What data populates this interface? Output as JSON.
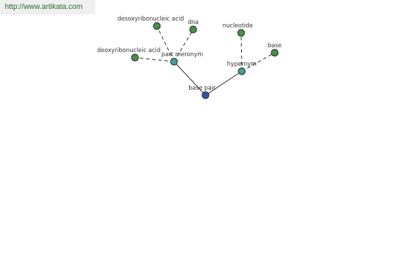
{
  "header": {
    "url": "http://www.artikata.com"
  },
  "graph": {
    "colors": {
      "leaf": "#4e8b4e",
      "relation": "#4a9a9a",
      "root": "#3c4fa8"
    },
    "nodes": {
      "root": {
        "label": "base pair"
      },
      "part_meronym": {
        "label": "part meronym"
      },
      "hypernym": {
        "label": "hypernym"
      },
      "desoxyribonucleic_acid": {
        "label": "desoxyribonucleic acid"
      },
      "dna": {
        "label": "dna"
      },
      "deoxyribonucleic_acid": {
        "label": "deoxyribonucleic acid"
      },
      "nucleotide": {
        "label": "nucleotide"
      },
      "base": {
        "label": "base"
      }
    }
  }
}
